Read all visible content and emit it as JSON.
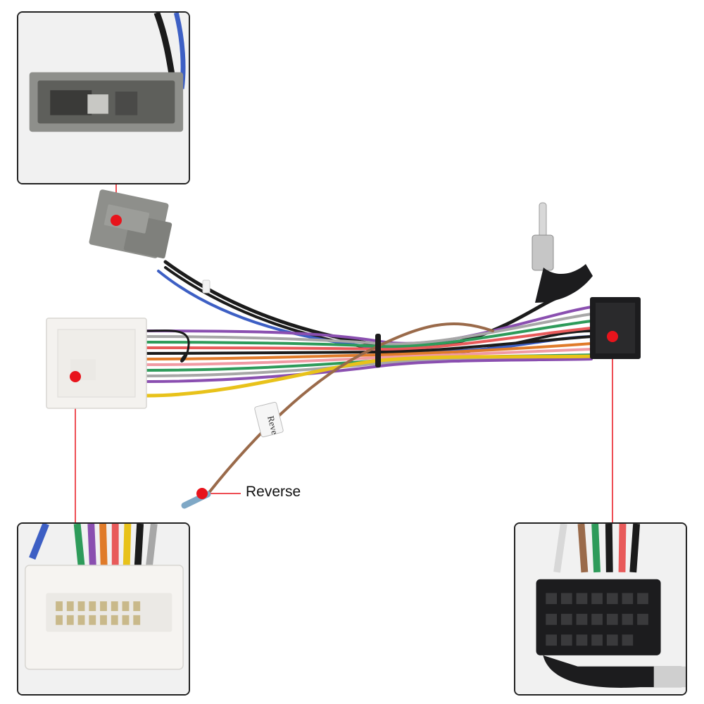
{
  "callouts": {
    "reverse_label": "Reverse",
    "reverse_tag_text": "Reve"
  },
  "colors": {
    "callout_dot": "#e8141c",
    "callout_line": "#e8141c",
    "connector_gray": "#8e8f8b",
    "connector_white": "#f4f2ef",
    "connector_black": "#1c1c1e",
    "inset_border": "#222222"
  },
  "wire_colors": [
    "#1b1b1b",
    "#3d5fc4",
    "#e07b2a",
    "#e85a5a",
    "#f09aa4",
    "#2e9b5a",
    "#8a4fb0",
    "#a7a7a7",
    "#e8c21a",
    "#9a6a4a",
    "#d24a2e"
  ],
  "icons": [
    "gray-connector",
    "white-connector",
    "black-iso-connector",
    "antenna-plug",
    "reverse-wire-tag"
  ]
}
